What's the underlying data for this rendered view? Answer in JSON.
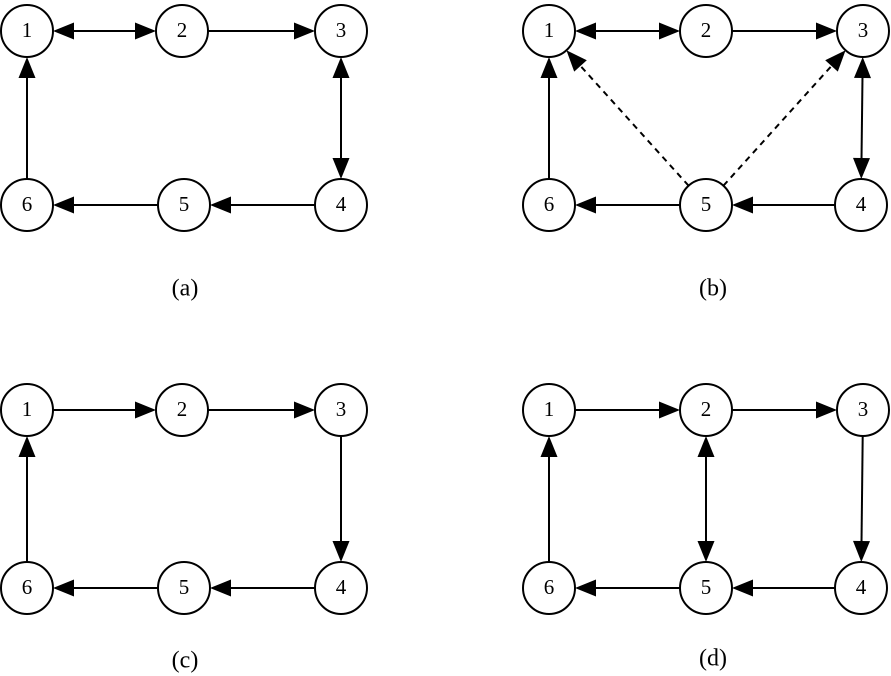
{
  "nodes": [
    "1",
    "2",
    "3",
    "4",
    "5",
    "6"
  ],
  "panels": [
    {
      "id": "a",
      "caption": "(a)",
      "edges": [
        {
          "from": "1",
          "to": "2",
          "style": "solid",
          "arrows": "both"
        },
        {
          "from": "2",
          "to": "3",
          "style": "solid",
          "arrows": "forward"
        },
        {
          "from": "3",
          "to": "4",
          "style": "solid",
          "arrows": "both"
        },
        {
          "from": "4",
          "to": "5",
          "style": "solid",
          "arrows": "forward"
        },
        {
          "from": "5",
          "to": "6",
          "style": "solid",
          "arrows": "forward"
        },
        {
          "from": "6",
          "to": "1",
          "style": "solid",
          "arrows": "forward"
        }
      ]
    },
    {
      "id": "b",
      "caption": "(b)",
      "edges": [
        {
          "from": "1",
          "to": "2",
          "style": "solid",
          "arrows": "both"
        },
        {
          "from": "2",
          "to": "3",
          "style": "solid",
          "arrows": "forward"
        },
        {
          "from": "3",
          "to": "4",
          "style": "solid",
          "arrows": "both"
        },
        {
          "from": "4",
          "to": "5",
          "style": "solid",
          "arrows": "forward"
        },
        {
          "from": "5",
          "to": "6",
          "style": "solid",
          "arrows": "forward"
        },
        {
          "from": "6",
          "to": "1",
          "style": "solid",
          "arrows": "forward"
        },
        {
          "from": "5",
          "to": "1",
          "style": "dashed",
          "arrows": "forward"
        },
        {
          "from": "5",
          "to": "3",
          "style": "dashed",
          "arrows": "forward"
        }
      ]
    },
    {
      "id": "c",
      "caption": "(c)",
      "edges": [
        {
          "from": "1",
          "to": "2",
          "style": "solid",
          "arrows": "forward"
        },
        {
          "from": "2",
          "to": "3",
          "style": "solid",
          "arrows": "forward"
        },
        {
          "from": "3",
          "to": "4",
          "style": "solid",
          "arrows": "forward"
        },
        {
          "from": "4",
          "to": "5",
          "style": "solid",
          "arrows": "forward"
        },
        {
          "from": "5",
          "to": "6",
          "style": "solid",
          "arrows": "forward"
        },
        {
          "from": "6",
          "to": "1",
          "style": "solid",
          "arrows": "forward"
        }
      ]
    },
    {
      "id": "d",
      "caption": "(d)",
      "edges": [
        {
          "from": "1",
          "to": "2",
          "style": "solid",
          "arrows": "forward"
        },
        {
          "from": "2",
          "to": "3",
          "style": "solid",
          "arrows": "forward"
        },
        {
          "from": "3",
          "to": "4",
          "style": "solid",
          "arrows": "forward"
        },
        {
          "from": "4",
          "to": "5",
          "style": "solid",
          "arrows": "forward"
        },
        {
          "from": "5",
          "to": "6",
          "style": "solid",
          "arrows": "forward"
        },
        {
          "from": "6",
          "to": "1",
          "style": "solid",
          "arrows": "forward"
        },
        {
          "from": "2",
          "to": "5",
          "style": "solid",
          "arrows": "both"
        }
      ]
    }
  ],
  "colors": {
    "stroke": "#000000",
    "fill": "#ffffff",
    "background": "#ffffff"
  }
}
